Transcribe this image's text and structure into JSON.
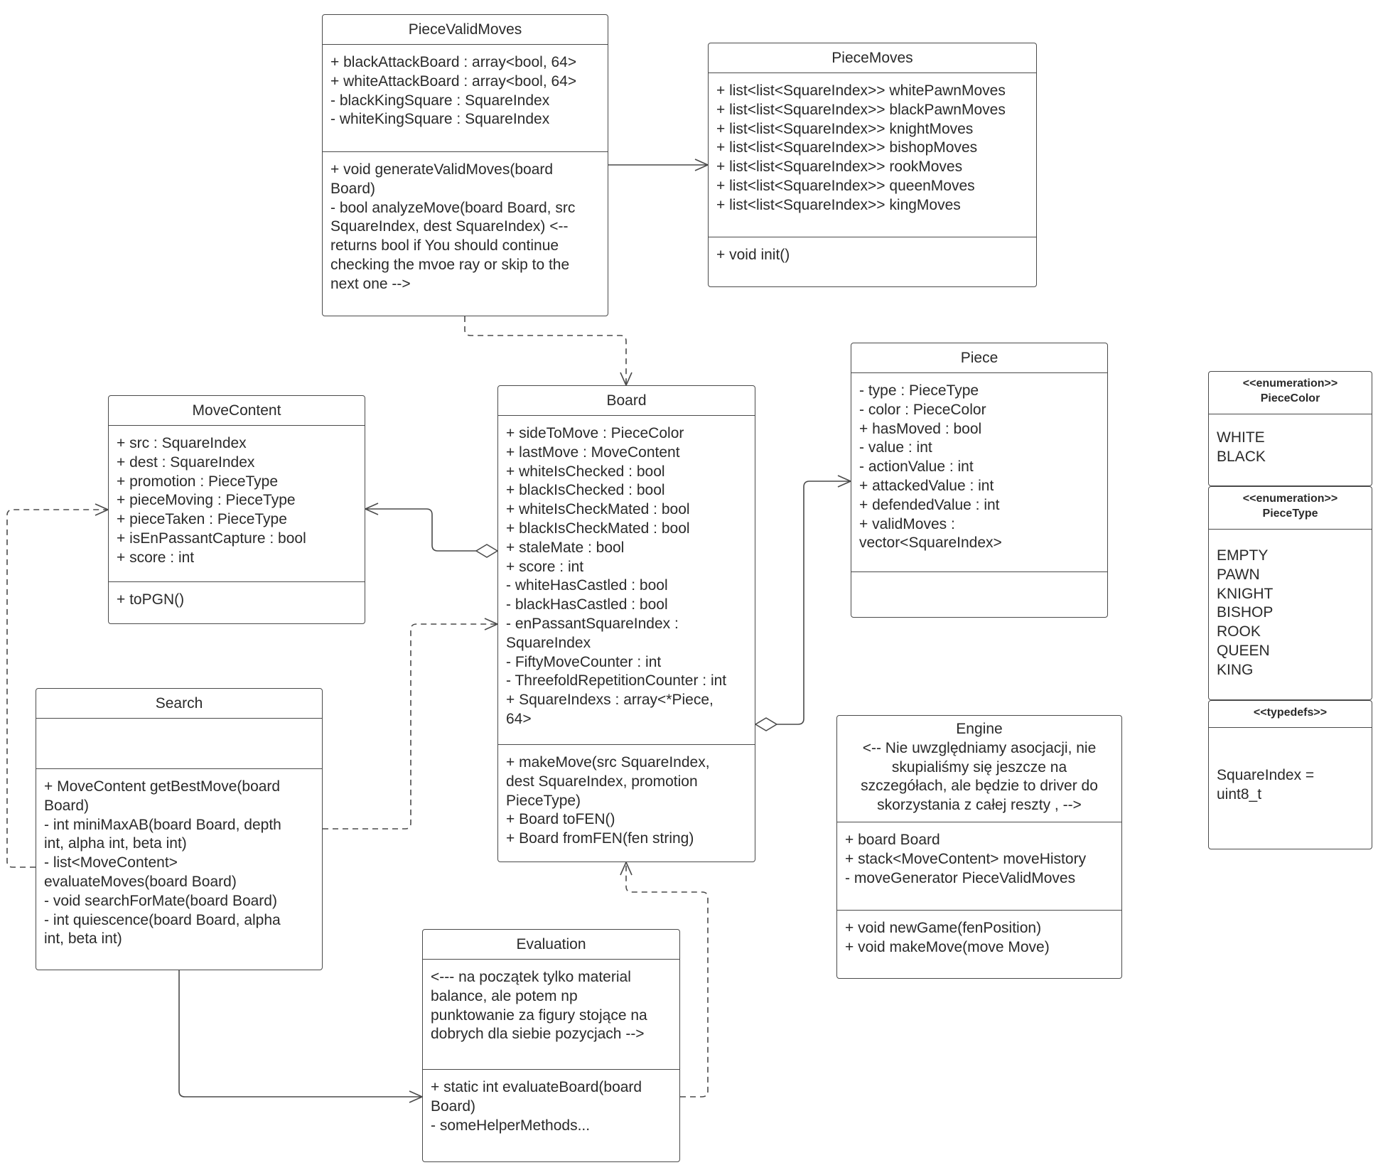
{
  "classes": {
    "pieceValidMoves": {
      "name": "PieceValidMoves",
      "attributes": [
        "+ blackAttackBoard : array<bool, 64>",
        "+ whiteAttackBoard : array<bool, 64>",
        "- blackKingSquare : SquareIndex",
        "- whiteKingSquare : SquareIndex"
      ],
      "methods": [
        "+ void generateValidMoves(board",
        "Board)",
        "- bool analyzeMove(board Board, src",
        "SquareIndex, dest SquareIndex) <--",
        "returns bool if You should continue",
        "checking the mvoe ray or skip to the",
        "next one -->"
      ]
    },
    "pieceMoves": {
      "name": "PieceMoves",
      "attributes": [
        "+ list<list<SquareIndex>> whitePawnMoves",
        "+ list<list<SquareIndex>> blackPawnMoves",
        "+ list<list<SquareIndex>> knightMoves",
        "+ list<list<SquareIndex>> bishopMoves",
        "+ list<list<SquareIndex>> rookMoves",
        "+ list<list<SquareIndex>> queenMoves",
        "+ list<list<SquareIndex>> kingMoves"
      ],
      "methods": [
        "+ void init()"
      ]
    },
    "moveContent": {
      "name": "MoveContent",
      "attributes": [
        "+ src : SquareIndex",
        "+ dest : SquareIndex",
        "+ promotion : PieceType",
        "+ pieceMoving : PieceType",
        "+ pieceTaken : PieceType",
        "+ isEnPassantCapture : bool",
        "+ score : int"
      ],
      "methods": [
        "+ toPGN()"
      ]
    },
    "board": {
      "name": "Board",
      "attributes": [
        "+ sideToMove : PieceColor",
        "+ lastMove : MoveContent",
        "+ whiteIsChecked : bool",
        "+ blackIsChecked : bool",
        "+ whiteIsCheckMated : bool",
        "+ blackIsCheckMated : bool",
        "+ staleMate : bool",
        "+ score : int",
        "- whiteHasCastled : bool",
        "- blackHasCastled : bool",
        "- enPassantSquareIndex :",
        "SquareIndex",
        "- FiftyMoveCounter : int",
        "- ThreefoldRepetitionCounter : int",
        "+ SquareIndexs : array<*Piece,",
        "64>"
      ],
      "methods": [
        "+ makeMove(src SquareIndex,",
        "dest SquareIndex, promotion",
        "PieceType)",
        "+ Board toFEN()",
        "+ Board fromFEN(fen string)"
      ]
    },
    "piece": {
      "name": "Piece",
      "attributes": [
        "- type : PieceType",
        "- color : PieceColor",
        "+ hasMoved : bool",
        "- value : int",
        "- actionValue : int",
        "+ attackedValue : int",
        "+ defendedValue : int",
        "+ validMoves :",
        "vector<SquareIndex>"
      ],
      "methods": []
    },
    "search": {
      "name": "Search",
      "attributes": [],
      "methods": [
        "+ MoveContent getBestMove(board",
        "Board)",
        "- int miniMaxAB(board Board, depth",
        "int, alpha int, beta int)",
        "- list<MoveContent>",
        "evaluateMoves(board Board)",
        "- void searchForMate(board Board)",
        "- int quiescence(board Board, alpha",
        "int, beta int)"
      ]
    },
    "engine": {
      "name": "Engine",
      "note": [
        "<-- Nie uwzględniamy asocjacji, nie",
        "skupialiśmy się jeszcze na",
        "szczegółach, ale będzie to driver do",
        "skorzystania z całej reszty , -->"
      ],
      "attributes": [
        "+ board Board",
        "+ stack<MoveContent> moveHistory",
        "- moveGenerator PieceValidMoves"
      ],
      "methods": [
        "+ void newGame(fenPosition)",
        "+ void makeMove(move Move)"
      ]
    },
    "evaluation": {
      "name": "Evaluation",
      "attributes": [
        "<--- na początek tylko material",
        "balance, ale potem np",
        "punktowanie za figury stojące na",
        "dobrych dla siebie pozycjach -->"
      ],
      "methods": [
        "+ static int evaluateBoard(board",
        "Board)",
        "- someHelperMethods..."
      ]
    }
  },
  "sidePanel": {
    "pieceColor": {
      "stereotype": "<<enumeration>>",
      "name": "PieceColor",
      "values": [
        "WHITE",
        "BLACK"
      ]
    },
    "pieceType": {
      "stereotype": "<<enumeration>>",
      "name": "PieceType",
      "values": [
        "EMPTY",
        "PAWN",
        "KNIGHT",
        "BISHOP",
        "ROOK",
        "QUEEN",
        "KING"
      ]
    },
    "typedefs": {
      "stereotype": "<<typedefs>>",
      "values": [
        "SquareIndex =",
        "uint8_t"
      ]
    }
  },
  "colors": {
    "line": "#4a4a4a",
    "text": "#2a2a2a",
    "background": "#ffffff"
  }
}
